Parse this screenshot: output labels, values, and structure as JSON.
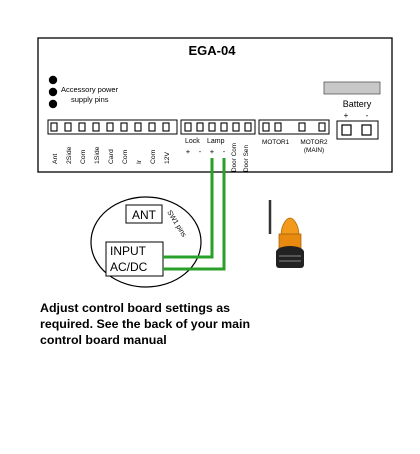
{
  "board": {
    "title": "EGA-04",
    "accessory_power_line1": "Accessory power",
    "accessory_power_line2": "supply pins",
    "battery_label": "Battery",
    "battery_plus": "+",
    "battery_minus": "-",
    "group_left_labels": [
      "Ant",
      "2Side",
      "Com",
      "1Side",
      "Card",
      "Com",
      "Ir",
      "Com",
      "12V"
    ],
    "lock_label": "Lock",
    "lamp_label": "Lamp",
    "lock_lamp_signs": [
      "+",
      "-",
      "+",
      "-"
    ],
    "door_com_label": "Door Com",
    "door_sen_label": "Door Sen",
    "motor1_label": "MOTOR1",
    "motor2_label": "MOTOR2",
    "motor2_sub": "(MAIN)"
  },
  "lamp_unit": {
    "ant_label": "ANT",
    "sw1_label": "SW1 pins",
    "input_line1": "INPUT",
    "input_line2": "AC/DC"
  },
  "caption": "Adjust control board settings as required. See the back of your main control board manual",
  "colors": {
    "wire": "#2aa02a",
    "lamp_amber": "#f29a1b",
    "lamp_base": "#222222"
  }
}
